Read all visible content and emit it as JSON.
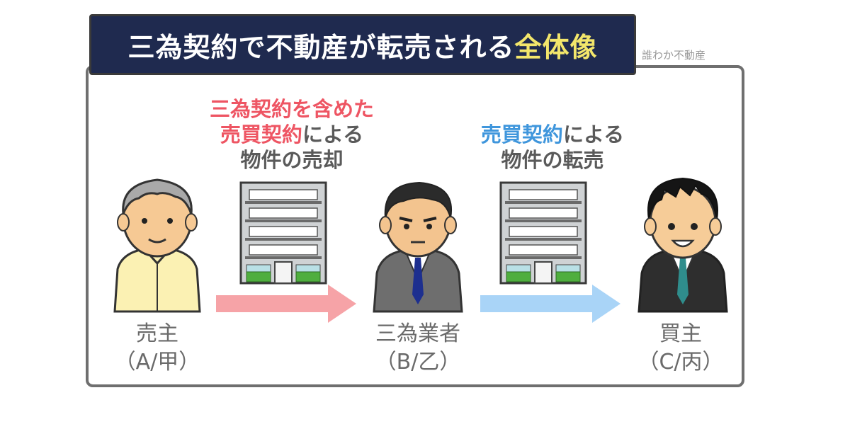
{
  "title": {
    "text_main": "三為契約で不動産が転売される",
    "text_highlight": "全体像"
  },
  "watermark": "誰わか不動産",
  "caption_left": {
    "line1": "三為契約を含めた",
    "line2_colored": "売買契約",
    "line2_rest": "による",
    "line3": "物件の売却"
  },
  "caption_right": {
    "line1_colored": "売買契約",
    "line1_rest": "による",
    "line2": "物件の転売"
  },
  "seller": {
    "name": "売主",
    "code": "（A/甲）"
  },
  "middleman": {
    "name": "三為業者",
    "code": "（B/乙）"
  },
  "buyer": {
    "name": "買主",
    "code": "（C/丙）"
  },
  "colors": {
    "title_bg": "#1f2a4f",
    "highlight": "#f3e66b",
    "red_arrow": "#f6a3a7",
    "blue_arrow": "#a9d4f7",
    "red_text": "#ee5563",
    "blue_text": "#3f96dc"
  }
}
